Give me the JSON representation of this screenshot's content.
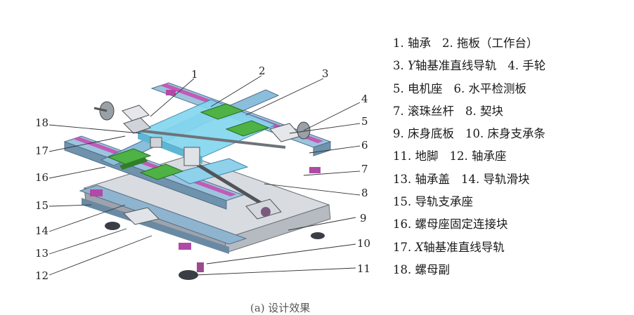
{
  "callouts": [
    "1",
    "2",
    "3",
    "4",
    "5",
    "6",
    "7",
    "8",
    "9",
    "10",
    "11",
    "12",
    "13",
    "14",
    "15",
    "16",
    "17",
    "18"
  ],
  "legend": [
    {
      "parts": [
        {
          "n": "1.",
          "t": "轴承"
        },
        {
          "n": "2.",
          "t": "拖板（工作台）"
        }
      ]
    },
    {
      "parts": [
        {
          "n": "3.",
          "axis": "Y",
          "t": "轴基准直线导轨"
        },
        {
          "n": "4.",
          "t": "手轮"
        }
      ]
    },
    {
      "parts": [
        {
          "n": "5.",
          "t": "电机座"
        },
        {
          "n": "6.",
          "t": "水平检测板"
        }
      ]
    },
    {
      "parts": [
        {
          "n": "7.",
          "t": "滚珠丝杆"
        },
        {
          "n": "8.",
          "t": "契块"
        }
      ]
    },
    {
      "parts": [
        {
          "n": "9.",
          "t": "床身底板"
        },
        {
          "n": "10.",
          "t": "床身支承条"
        }
      ]
    },
    {
      "parts": [
        {
          "n": "11.",
          "t": "地脚"
        },
        {
          "n": "12.",
          "t": "轴承座"
        }
      ]
    },
    {
      "parts": [
        {
          "n": "13.",
          "t": "轴承盖"
        },
        {
          "n": "14.",
          "t": "导轨滑块"
        }
      ]
    },
    {
      "parts": [
        {
          "n": "15.",
          "t": "导轨支承座"
        }
      ]
    },
    {
      "parts": [
        {
          "n": "16.",
          "t": "螺母座固定连接块"
        }
      ]
    },
    {
      "parts": [
        {
          "n": "17.",
          "axis": "X",
          "t": "轴基准直线导轨"
        }
      ]
    },
    {
      "parts": [
        {
          "n": "18.",
          "t": "螺母副"
        }
      ]
    }
  ],
  "caption": "(a) 设计效果",
  "colors": {
    "plate": "#c9ccd2",
    "rail_bar": "#7aa7c4",
    "rail_strip": "#c55cb8",
    "carriage": "#45a63c",
    "table": "#7ed3ee",
    "dark": "#3c3f45"
  }
}
